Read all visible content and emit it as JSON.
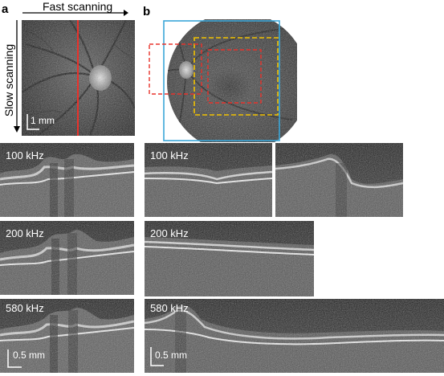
{
  "panel_a": {
    "letter": "a",
    "fast_axis_label": "Fast scanning",
    "slow_axis_label": "Slow scanning",
    "fundus_scale_label": "1 mm",
    "line_color": "#e8322b"
  },
  "panel_b": {
    "letter": "b",
    "box_colors": {
      "blue": "#3aa6d8",
      "yellow": "#f2c200",
      "red": "#e8322b"
    }
  },
  "oct_rows": [
    {
      "rate": "100 kHz"
    },
    {
      "rate": "200 kHz"
    },
    {
      "rate": "580 kHz"
    }
  ],
  "oct_b_rows": [
    {
      "rate": "100 kHz"
    },
    {
      "rate": "200 kHz"
    },
    {
      "rate": "580 kHz"
    }
  ],
  "oct_scale_label_a": "0.5 mm",
  "oct_scale_label_b": "0.5 mm"
}
